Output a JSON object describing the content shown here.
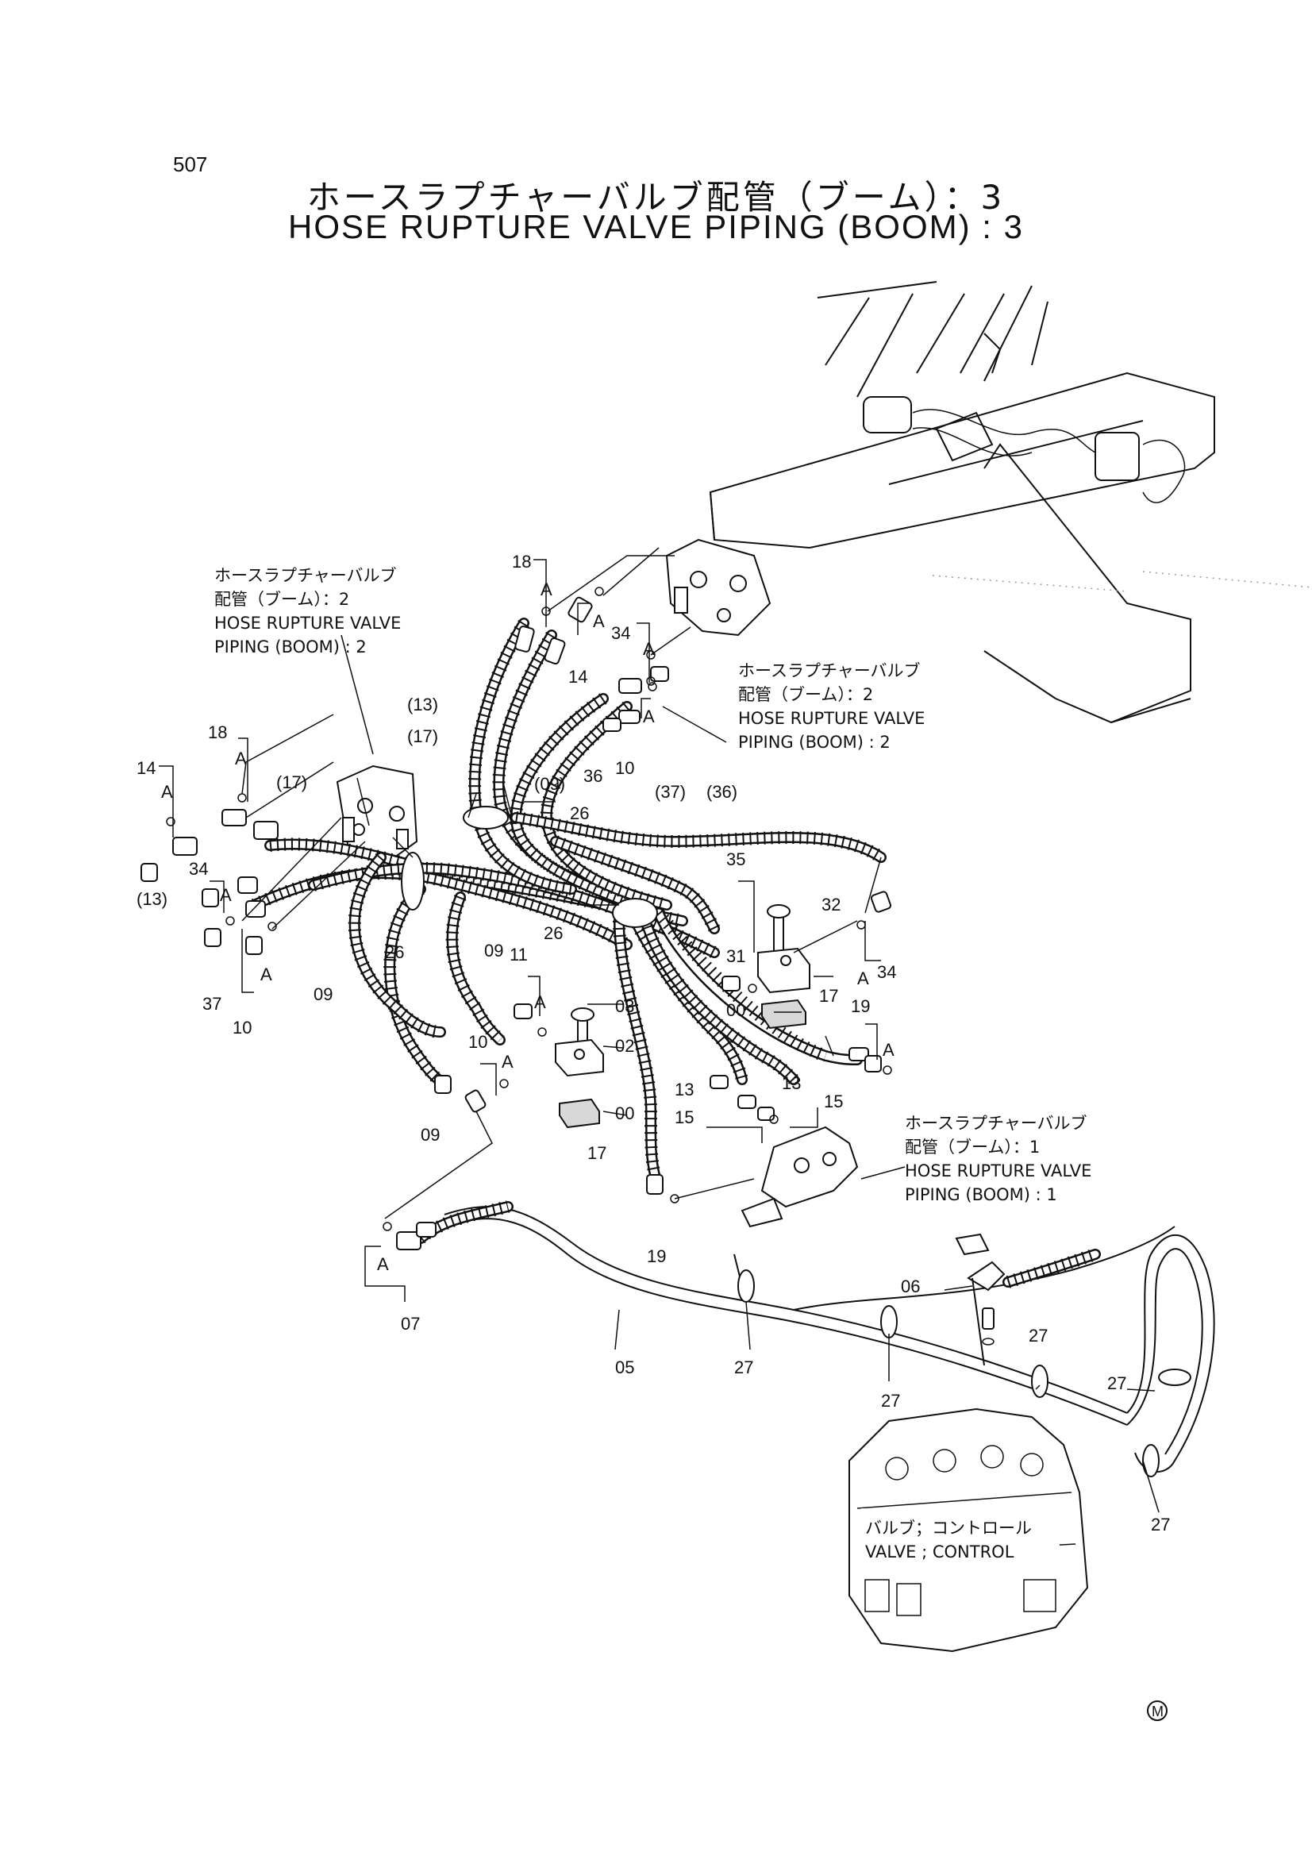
{
  "page_number": "507",
  "title_jp": "ホースラプチャーバルブ配管（ブーム）：3",
  "title_en": "HOSE RUPTURE VALVE PIPING (BOOM) : 3",
  "refs": {
    "boom2_left": [
      "ホースラプチャーバルブ",
      "配管（ブーム）：2",
      "HOSE RUPTURE VALVE",
      "PIPING (BOOM) : 2"
    ],
    "boom2_right": [
      "ホースラプチャーバルブ",
      "配管（ブーム）：2",
      "HOSE RUPTURE VALVE",
      "PIPING (BOOM) : 2"
    ],
    "boom1": [
      "ホースラプチャーバルブ",
      "配管（ブーム）：1",
      "HOSE RUPTURE VALVE",
      "PIPING (BOOM) : 1"
    ],
    "control": [
      "バルブ；コントロール",
      "VALVE ; CONTROL"
    ]
  },
  "callouts": {
    "c18a": "18",
    "c14a": "14",
    "c13a": "(13)",
    "c17a": "(17)",
    "c34a": "34",
    "c37": "37",
    "c10a": "10",
    "c09a": "09",
    "c26a": "26",
    "c18b": "18",
    "c34b": "34",
    "c14b": "14",
    "c13b": "(13)",
    "c17b": "(17)",
    "c09b": "(09)",
    "c36b": "36",
    "c10b": "10",
    "c26b": "26",
    "c37c": "(37)",
    "c36c": "(36)",
    "c35": "35",
    "c32": "32",
    "c31": "31",
    "c00a": "00",
    "c34c": "34",
    "c09c": "09",
    "c11": "11",
    "c03": "03",
    "c02": "02",
    "c10c": "10",
    "c00b": "00",
    "c09d": "09",
    "c26c": "26",
    "c17c": "17",
    "c19a": "19",
    "c13c": "13",
    "c13d": "13",
    "c15a": "15",
    "c15b": "15",
    "c17d": "17",
    "c19b": "19",
    "c07": "07",
    "c05": "05",
    "c27a": "27",
    "c06": "06",
    "c27b": "27",
    "c27c": "27",
    "c27d": "27",
    "c27e": "27"
  },
  "a_marks": [
    "A",
    "A",
    "A",
    "A",
    "A",
    "A",
    "A",
    "A",
    "A",
    "A",
    "A",
    "A",
    "A"
  ],
  "corner_mark": "M"
}
